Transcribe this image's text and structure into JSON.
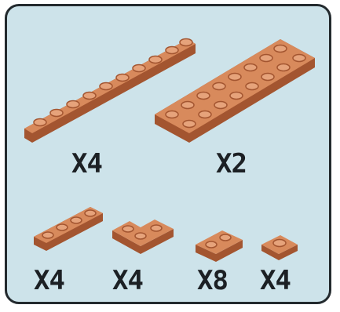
{
  "colors": {
    "panel_background": "#cde3ea",
    "panel_border": "#232a2e",
    "brick_top": "#d88a5c",
    "brick_side": "#a35530",
    "stud": "#e6a37b",
    "quantity_text": "#1c2024"
  },
  "pieces": [
    {
      "id": "plate-1x10",
      "quantity": "X4"
    },
    {
      "id": "plate-2x8",
      "quantity": "X2"
    },
    {
      "id": "plate-1x4",
      "quantity": "X4"
    },
    {
      "id": "plate-corner-2x2",
      "quantity": "X4"
    },
    {
      "id": "plate-1x2",
      "quantity": "X8"
    },
    {
      "id": "plate-1x1",
      "quantity": "X4"
    }
  ]
}
